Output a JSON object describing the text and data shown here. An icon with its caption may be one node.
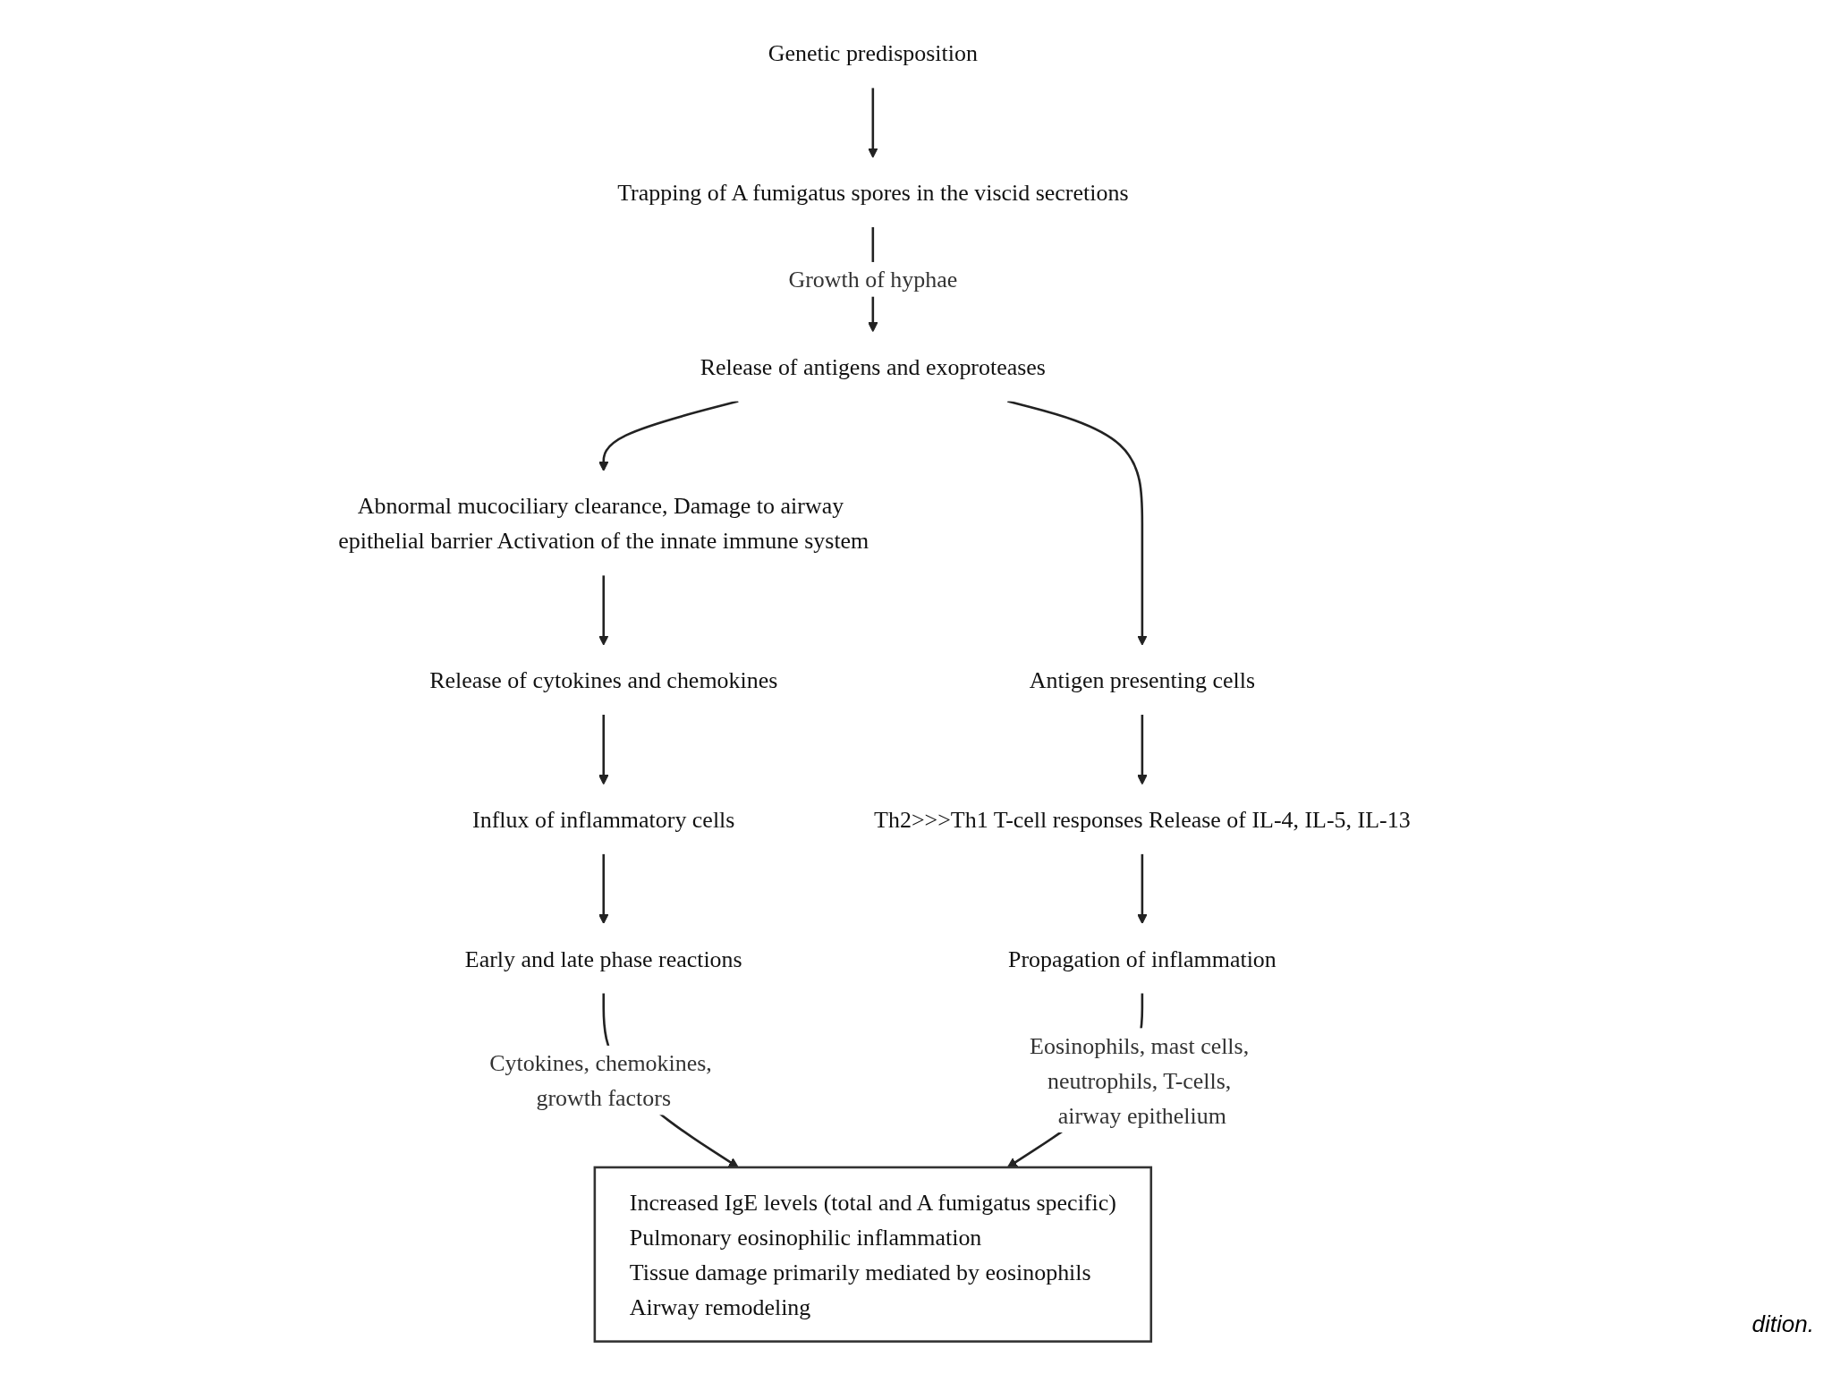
{
  "diagram": {
    "nodes": [
      {
        "text": [
          "Genetic predisposition"
        ]
      },
      {
        "text": [
          "Trapping of A fumigatus spores in the viscid secretions"
        ]
      },
      {
        "text": [
          "Release of antigens and exoproteases"
        ]
      },
      {
        "text": [
          "Abnormal mucociliary clearance, Damage to airway epithelial barrier Activation of the innate immune system"
        ]
      },
      {
        "text": [
          "Antigen presenting cells"
        ]
      },
      {
        "text": [
          "Release of cytokines and chemokines"
        ]
      },
      {
        "text": [
          "Influx of inflammatory cells"
        ]
      },
      {
        "text": [
          "Early and late phase reactions"
        ]
      },
      {
        "text": [
          "Th2>>>Th1 T-cell responses Release of IL-4, IL-5, IL-13"
        ]
      },
      {
        "text": [
          "Propagation of inflammation"
        ]
      },
      {
        "text": [
          "Increased IgE levels (total and A fumigatus specific)",
          "Pulmonary eosinophilic inflammation",
          "Tissue damage primarily mediated by eosinophils",
          "Airway remodeling"
        ]
      }
    ],
    "edges": [
      {
        "from": 0,
        "to": 1,
        "arrow": "to"
      },
      {
        "from": 1,
        "to": 2,
        "arrow": "to",
        "label": "Growth of hyphae"
      },
      {
        "from": 2,
        "to": 3,
        "arrow": "to"
      },
      {
        "from": 2,
        "to": 4,
        "arrow": "to"
      },
      {
        "from": 3,
        "to": 5,
        "arrow": "to"
      },
      {
        "from": 5,
        "to": 6,
        "arrow": "to"
      },
      {
        "from": 6,
        "to": 7,
        "arrow": "to"
      },
      {
        "from": 4,
        "to": 8,
        "arrow": "to"
      },
      {
        "from": 8,
        "to": 9,
        "arrow": "to"
      },
      {
        "from": 7,
        "to": 10,
        "arrow": "to",
        "label": "Cytokines, chemokines, growth factors"
      },
      {
        "from": 9,
        "to": 10,
        "arrow": "to",
        "label": "Eosinophils, mast cells, neutrophils, T-cells, airway epithelium"
      }
    ],
    "labels": [
      "dition."
    ]
  }
}
